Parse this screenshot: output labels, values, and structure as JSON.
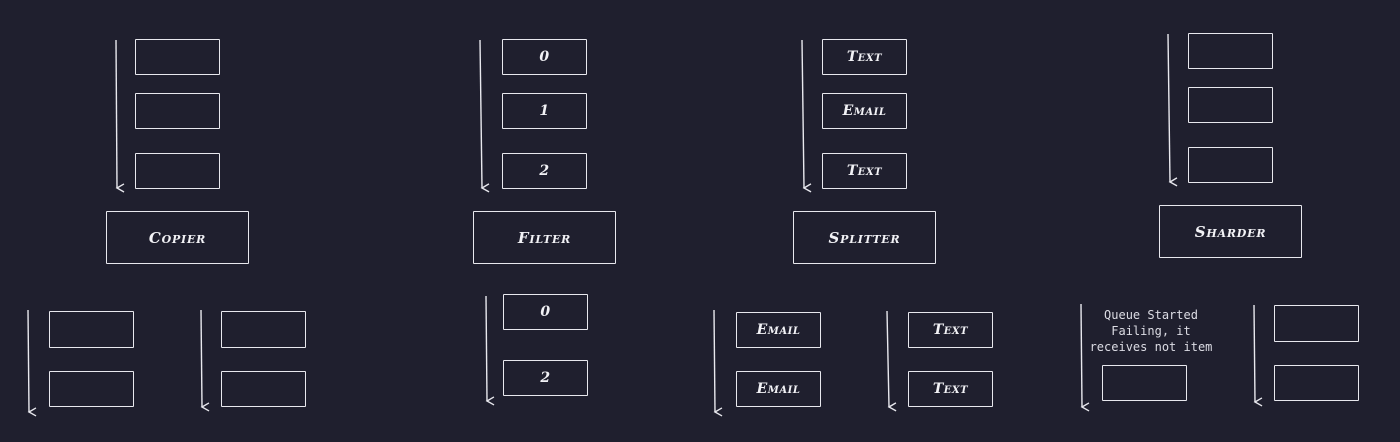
{
  "copier": {
    "input_items": [
      "",
      "",
      ""
    ],
    "operator_label": "Copier",
    "output_left": [
      "",
      ""
    ],
    "output_right": [
      "",
      ""
    ]
  },
  "filter": {
    "input_items": [
      "0",
      "1",
      "2"
    ],
    "operator_label": "Filter",
    "output": [
      "0",
      "2"
    ]
  },
  "splitter": {
    "input_items": [
      "Text",
      "Email",
      "Text"
    ],
    "operator_label": "Splitter",
    "output_left": [
      "Email",
      "Email"
    ],
    "output_right": [
      "Text",
      "Text"
    ]
  },
  "sharder": {
    "input_items": [
      "",
      "",
      ""
    ],
    "operator_label": "Sharder",
    "failure_note": "Queue Started Failing, it receives not item",
    "output_left": [
      ""
    ],
    "output_right": [
      "",
      ""
    ]
  },
  "colors": {
    "background": "#1f1f2e",
    "stroke": "#e8e8ee",
    "text": "#f2f2f6"
  }
}
